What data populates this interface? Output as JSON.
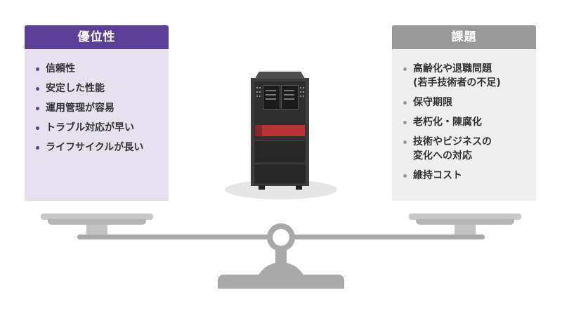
{
  "advantages": {
    "title": "優位性",
    "accent_color": "#5a3f96",
    "background_color": "#e5e1ef",
    "items": [
      [
        "信頼性"
      ],
      [
        "安定した性能"
      ],
      [
        "運用管理が容易"
      ],
      [
        "トラブル対応が早い"
      ],
      [
        "ライフサイクルが長い"
      ]
    ]
  },
  "challenges": {
    "title": "課題",
    "accent_color": "#999999",
    "background_color": "#efefef",
    "items": [
      [
        "高齢化や退職問題",
        "(若手技術者の不足)"
      ],
      [
        "保守期限"
      ],
      [
        "老朽化・陳腐化"
      ],
      [
        "技術やビジネスの",
        "変化への対応"
      ],
      [
        "維持コスト"
      ]
    ]
  },
  "icons": {
    "center": "server-rack-icon",
    "base": "balance-scale-icon"
  },
  "colors": {
    "server_accent": "#b83236",
    "scale": "#a9a9a9"
  }
}
